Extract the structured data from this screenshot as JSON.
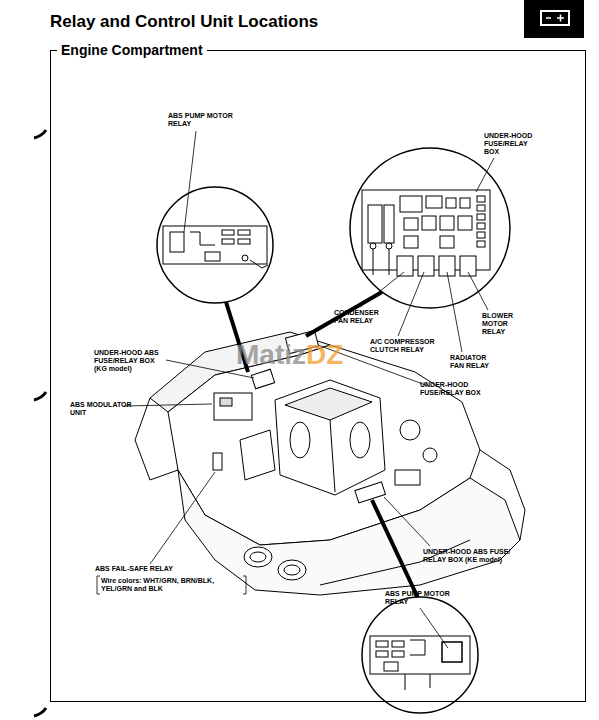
{
  "diagram": {
    "title": "Relay and Control Unit Locations",
    "nodes": [
      {
        "text": [
          "Engine Compartment"
        ]
      }
    ],
    "labels": [
      "ABS PUMP MOTOR RELAY",
      "UNDER-HOOD FUSE/RELAY BOX",
      "CONDENSER FAN RELAY",
      "A/C COMPRESSOR CLUTCH RELAY",
      "RADIATOR FAN RELAY",
      "BLOWER MOTOR RELAY",
      "UNDER-HOOD ABS FUSE/RELAY BOX (KG model)",
      "UNDER-HOOD FUSE/RELAY BOX",
      "ABS MODULATOR UNIT",
      "ABS FAIL-SAFE RELAY",
      "Wire colors: WHT/GRN, BRN/BLK, YEL/GRN and BLK",
      "UNDER-HOOD ABS FUSE/ RELAY BOX (KE model)",
      "ABS PUMP MOTOR RELAY",
      "Matiz",
      "DZ"
    ]
  }
}
